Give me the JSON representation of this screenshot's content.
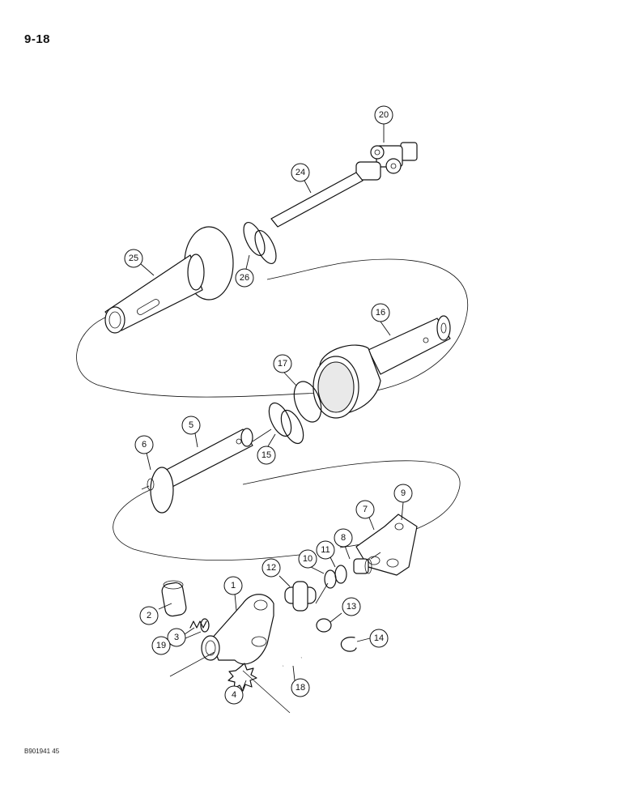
{
  "page": {
    "number": "9-18",
    "doc_code": "B901941 45"
  },
  "callouts": [
    {
      "id": "c1",
      "label": "1"
    },
    {
      "id": "c2",
      "label": "2"
    },
    {
      "id": "c3",
      "label": "3"
    },
    {
      "id": "c4",
      "label": "4"
    },
    {
      "id": "c5",
      "label": "5"
    },
    {
      "id": "c6",
      "label": "6"
    },
    {
      "id": "c7",
      "label": "7"
    },
    {
      "id": "c8",
      "label": "8"
    },
    {
      "id": "c9",
      "label": "9"
    },
    {
      "id": "c10",
      "label": "10"
    },
    {
      "id": "c11",
      "label": "11"
    },
    {
      "id": "c12",
      "label": "12"
    },
    {
      "id": "c13",
      "label": "13"
    },
    {
      "id": "c14",
      "label": "14"
    },
    {
      "id": "c15",
      "label": "15"
    },
    {
      "id": "c16",
      "label": "16"
    },
    {
      "id": "c17",
      "label": "17"
    },
    {
      "id": "c18",
      "label": "18"
    },
    {
      "id": "c19",
      "label": "19"
    },
    {
      "id": "c20",
      "label": "20"
    },
    {
      "id": "c24",
      "label": "24"
    },
    {
      "id": "c25",
      "label": "25"
    },
    {
      "id": "c26",
      "label": "26"
    }
  ]
}
